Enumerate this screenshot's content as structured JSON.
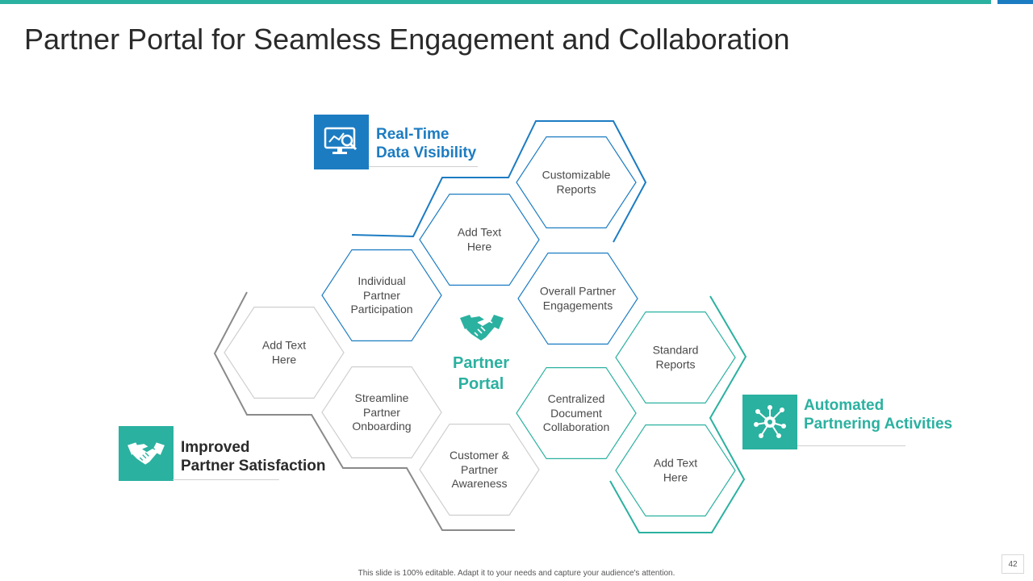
{
  "title": "Partner Portal for Seamless Engagement and Collaboration",
  "center": {
    "line1": "Partner",
    "line2": "Portal",
    "icon": "handshake-icon"
  },
  "hexes": [
    {
      "id": "customizable-reports",
      "lines": [
        "Customizable",
        "Reports"
      ]
    },
    {
      "id": "add-text-top",
      "lines": [
        "Add Text",
        "Here"
      ]
    },
    {
      "id": "individual-partner-participation",
      "lines": [
        "Individual",
        "Partner",
        "Participation"
      ]
    },
    {
      "id": "overall-partner-engagements",
      "lines": [
        "Overall Partner",
        "Engagements"
      ]
    },
    {
      "id": "add-text-left",
      "lines": [
        "Add Text",
        "Here"
      ]
    },
    {
      "id": "standard-reports",
      "lines": [
        "Standard",
        "Reports"
      ]
    },
    {
      "id": "streamline-partner-onboarding",
      "lines": [
        "Streamline",
        "Partner",
        "Onboarding"
      ]
    },
    {
      "id": "centralized-document-collaboration",
      "lines": [
        "Centralized",
        "Document",
        "Collaboration"
      ]
    },
    {
      "id": "customer-partner-awareness",
      "lines": [
        "Customer &",
        "Partner",
        "Awareness"
      ]
    },
    {
      "id": "add-text-bottom-right",
      "lines": [
        "Add Text",
        "Here"
      ]
    }
  ],
  "callouts": {
    "realtime": {
      "line1": "Real-Time",
      "line2": "Data Visibility",
      "color": "#1c7cc2",
      "icon": "data-monitor-icon"
    },
    "improved": {
      "line1": "Improved",
      "line2": "Partner Satisfaction",
      "color": "#2a2a2a",
      "icon": "handshake-icon"
    },
    "automated": {
      "line1": "Automated",
      "line2": "Partnering Activities",
      "color": "#2bb1a0",
      "icon": "network-nodes-icon"
    }
  },
  "colors": {
    "teal": "#2bb1a0",
    "blue": "#1c7cc2",
    "gray": "#8a8a8a"
  },
  "footer": "This slide is 100% editable. Adapt it to your needs and capture your audience's attention.",
  "page_number": "42"
}
